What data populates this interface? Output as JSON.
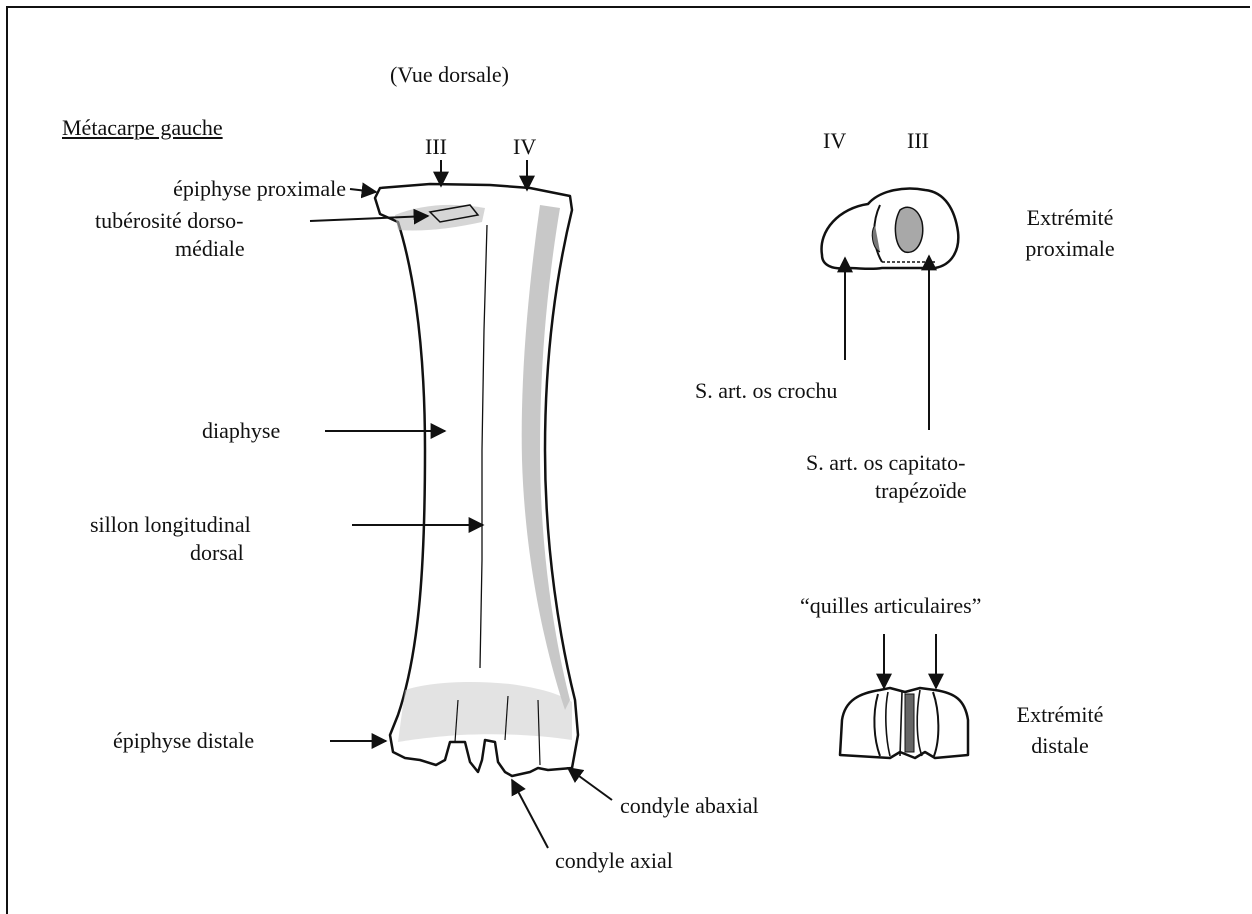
{
  "view": "(Vue dorsale)",
  "title": "Métacarpe gauche",
  "labels": {
    "metacarpal_III": "III",
    "metacarpal_IV": "IV",
    "proximal_epiphysis": "épiphyse proximale",
    "dorsomedial_tuberosity_line1": "tubérosité dorso-",
    "dorsomedial_tuberosity_line2": "médiale",
    "diaphysis": "diaphyse",
    "groove_line1": "sillon longitudinal",
    "groove_line2": "dorsal",
    "distal_epiphysis": "épiphyse distale",
    "abaxial_condyle": "condyle abaxial",
    "axial_condyle": "condyle axial"
  },
  "proximal_view": {
    "label_IV": "IV",
    "label_III": "III",
    "title_line1": "Extrémité",
    "title_line2": "proximale",
    "hamate_surface": "S. art. os crochu",
    "capitate_surface_line1": "S. art. os capitato-",
    "capitate_surface_line2": "trapézoïde"
  },
  "distal_view": {
    "keels": "“quilles articulaires”",
    "title_line1": "Extrémité",
    "title_line2": "distale"
  }
}
